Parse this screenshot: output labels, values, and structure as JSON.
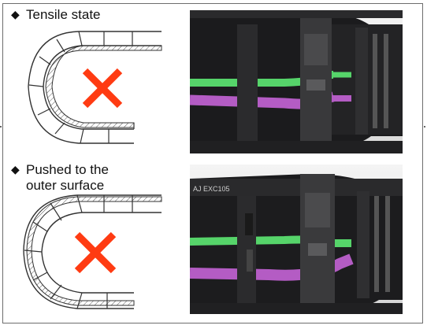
{
  "panels": [
    {
      "diamond_icon": "diamond-bullet",
      "title": "Tensile state",
      "mark": "x-mark",
      "photo": {
        "accent_green": "#56d46a",
        "accent_purple": "#b45cc4",
        "lines": [
          {
            "color": "#56d46a"
          },
          {
            "color": "#b45cc4"
          }
        ]
      }
    },
    {
      "diamond_icon": "diamond-bullet",
      "title_line1": "Pushed to the",
      "title_line2": "outer surface",
      "mark": "x-mark",
      "photo": {
        "stamp_text": "AJ  EXC105",
        "lines": [
          {
            "color": "#56d46a"
          },
          {
            "color": "#b45cc4"
          }
        ]
      }
    }
  ],
  "colors": {
    "x_mark": "#ff3b12",
    "chain_stroke": "#333333",
    "hatch": "#555555",
    "photo_bg_top": "#f1f1f1",
    "photo_bg_mid": "#dcdcdc"
  }
}
